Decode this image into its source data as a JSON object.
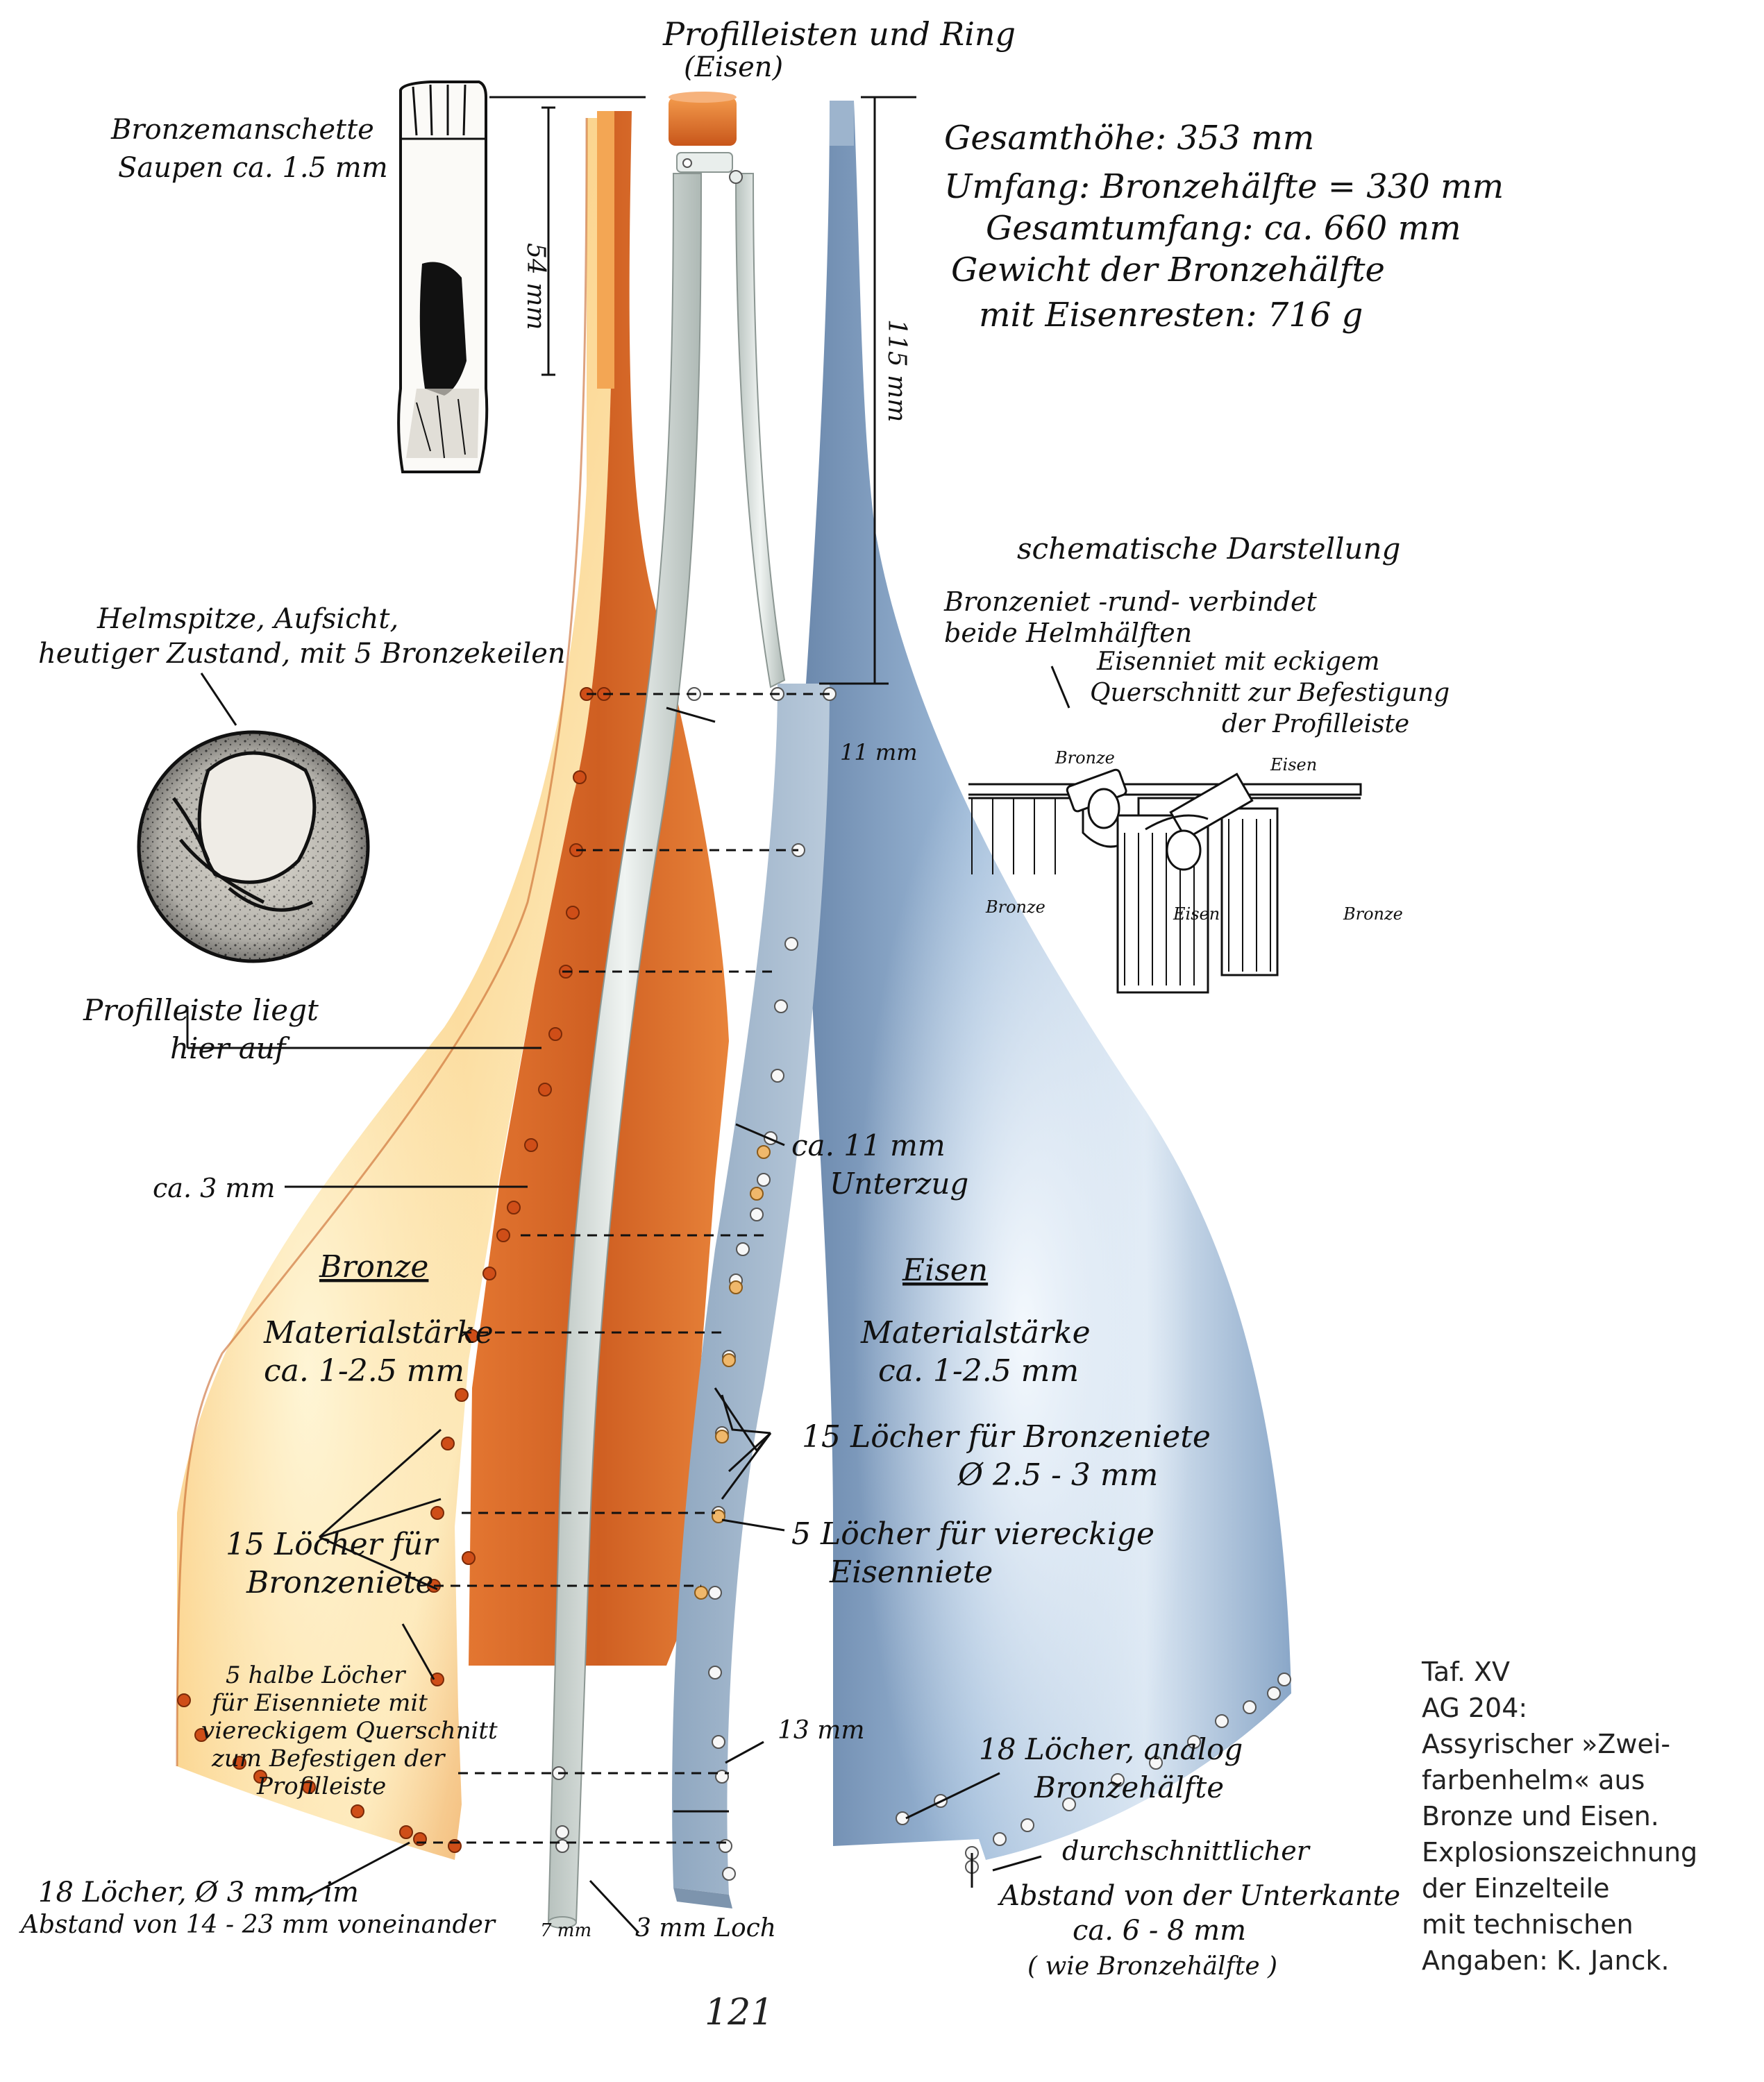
{
  "labels": {
    "top_ring": "Profilleisten und Ring",
    "top_ring_sub": "(Eisen)",
    "cuff_1": "Bronzemanschette",
    "cuff_2": "Saupen ca. 1.5 mm",
    "dim_54": "54 mm",
    "dim_115": "115 mm",
    "specs": [
      "Gesamthöhe: 353 mm",
      "Umfang: Bronzehälfte = 330 mm",
      "Gesamtumfang: ca. 660 mm",
      "Gewicht der Bronzehälfte",
      "mit Eisenresten: 716 g"
    ],
    "schem_title": "schematische Darstellung",
    "schem_1": "Bronzeniet -rund- verbindet",
    "schem_2": "beide Helmhälften",
    "schem_3": "Eisenniet mit eckigem",
    "schem_4": "Querschnitt zur Befestigung",
    "schem_5": "der Profilleiste",
    "schem_bronze_a": "Bronze",
    "schem_eisen_a": "Eisen",
    "schem_bronze_b": "Bronze",
    "schem_eisen_b": "Eisen",
    "schem_bronze_c": "Bronze",
    "tip_1": "Helmspitze, Aufsicht,",
    "tip_2": "heutiger Zustand, mit 5 Bronzekeilen",
    "profile_1": "Profilleiste liegt",
    "profile_2": "hier auf",
    "dim_11": "11 mm",
    "ca11_1": "ca. 11 mm",
    "ca11_2": "Unterzug",
    "ca3": "ca. 3 mm",
    "bronze": "Bronze",
    "eisen": "Eisen",
    "mat_b1": "Materialstärke",
    "mat_b2": "ca. 1-2.5 mm",
    "mat_e1": "Materialstärke",
    "mat_e2": "ca. 1-2.5 mm",
    "holes15_1": "15 Löcher für Bronzeniete",
    "holes15_2": "Ø 2.5 - 3 mm",
    "holes5_1": "5 Löcher für viereckige",
    "holes5_2": "Eisenniete",
    "left15_1": "15 Löcher für",
    "left15_2": "Bronzeniete",
    "half_1": "5 halbe Löcher",
    "half_2": "für Eisenniete mit",
    "half_3": "viereckigem Querschnitt",
    "half_4": "zum Befestigen der",
    "half_5": "Profilleiste",
    "dim_13": "13 mm",
    "holes18_1": "18 Löcher, analog",
    "holes18_2": "Bronzehälfte",
    "avg_1": "durchschnittlicher",
    "avg_2": "Abstand von der Unterkante",
    "avg_3": "ca. 6 - 8 mm",
    "avg_4": "( wie Bronzehälfte )",
    "left18_1": "18 Löcher, Ø 3 mm, im",
    "left18_2": "Abstand von 14 - 23 mm voneinander",
    "dim_7": "7 mm",
    "hole3": "3 mm Loch"
  },
  "caption": [
    "Taf. XV",
    "AG 204:",
    "Assyrischer »Zwei-",
    "farbenhelm« aus",
    "Bronze und Eisen.",
    "Explosionszeichnung",
    "der Einzelteile",
    "mit technischen",
    "Angaben: K. Janck."
  ],
  "page_number": "121",
  "colors": {
    "bronze_light": "#fde3a6",
    "bronze_mid": "#f19a45",
    "bronze_dark": "#c85a1e",
    "iron_light": "#eaf2fb",
    "iron_mid": "#9dbad8",
    "iron_dark": "#4f6f97",
    "strip": "#dfe5e3",
    "ring": "#e5782a"
  }
}
